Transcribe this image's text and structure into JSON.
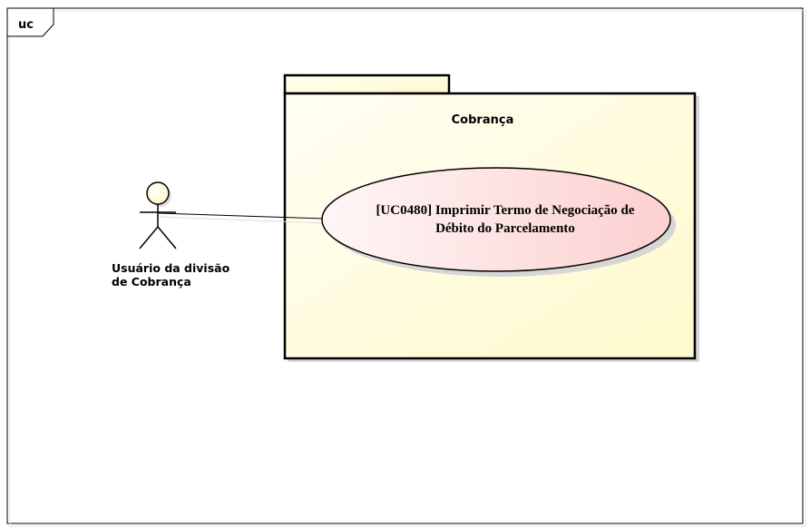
{
  "frame": {
    "tag": "uc"
  },
  "package": {
    "name": "Cobrança",
    "fill": "#fffde0",
    "stroke": "#000000"
  },
  "use_case": {
    "line1": "[UC0480] Imprimir Termo de Negociação de",
    "line2": "Débito do Parcelamento",
    "fill_start": "#fff4f4",
    "fill_end": "#fdd2d2"
  },
  "actor": {
    "line1": "Usuário da divisão",
    "line2": "de Cobrança",
    "head_fill": "#fffbd8"
  },
  "association": {
    "stroke": "#000000"
  }
}
